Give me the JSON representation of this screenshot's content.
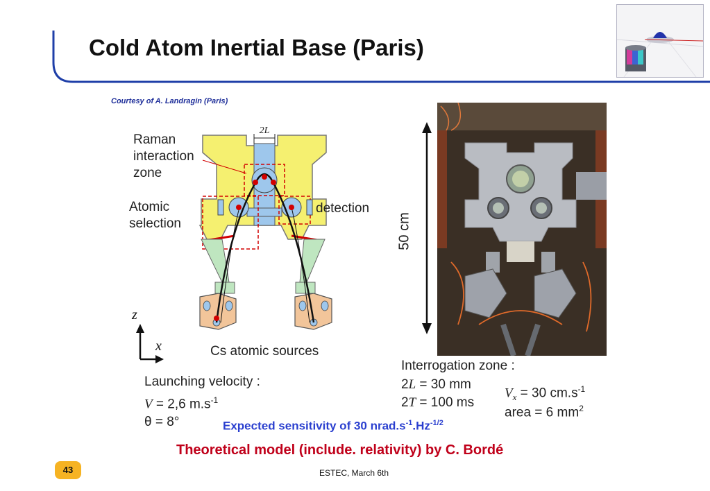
{
  "slide": {
    "title": "Cold Atom Inertial Base (Paris)",
    "courtesy": "Courtesy of A. Landragin (Paris)",
    "page_number": "43",
    "footer": "ESTEC, March 6th"
  },
  "diagram": {
    "raman_1": "Raman",
    "raman_2": "interaction",
    "raman_3": "zone",
    "atomic_1": "Atomic",
    "atomic_2": "selection",
    "detection": "detection",
    "two_l": "2L",
    "axis_z": "z",
    "axis_x": "x",
    "sources": "Cs atomic sources",
    "height": "50 cm"
  },
  "params": {
    "launch_title": "Launching velocity :",
    "v_sym": "V",
    "v_val": " = 2,6 m.s",
    "v_exp": "-1",
    "theta": "θ = 8°",
    "interrog_title": "Interrogation zone :",
    "l_pre": "2",
    "l_sym": "L",
    "l_val": " = 30 mm",
    "t_pre": "2",
    "t_sym": "T",
    "t_val": " = 100 ms",
    "vx_sym": "V",
    "vx_sub": "x",
    "vx_val": " = 30 cm.s",
    "vx_exp": "-1",
    "area_val": "area = 6 mm",
    "area_exp": "2"
  },
  "sensitivity": {
    "text": "Expected sensitivity of 30 nrad.s",
    "exp1": "-1",
    "mid": ".Hz",
    "exp2": "-1/2"
  },
  "model": "Theoretical model (include. relativity) by C. Bordé",
  "colors": {
    "accent_blue": "#1f3fa8",
    "yellow": "#f5f070",
    "light_blue": "#9ec7ec",
    "green": "#bfe6c0",
    "source_orange": "#f2c59a",
    "red": "#d20000",
    "badge": "#f6b323",
    "model_red": "#c0001a",
    "sens_blue": "#2a3fcf"
  }
}
